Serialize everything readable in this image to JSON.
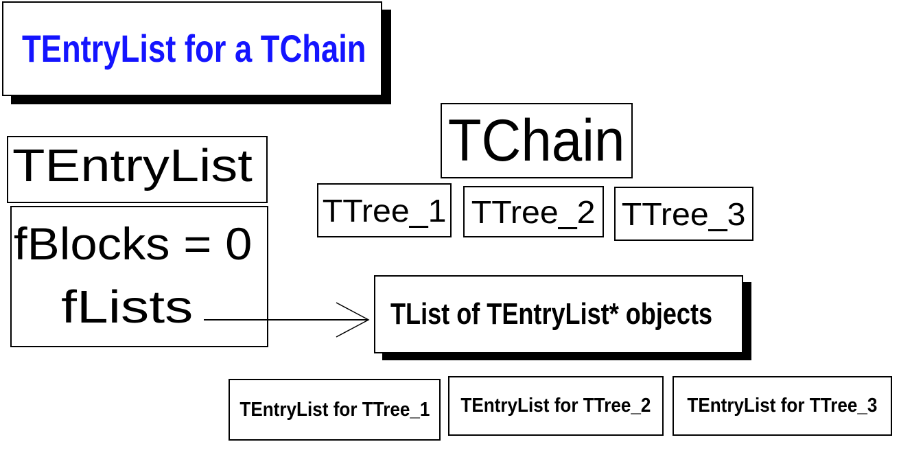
{
  "title": {
    "text": "TEntryList for a TChain"
  },
  "entrylist": {
    "class_name": "TEntryList",
    "field_blocks": "fBlocks = 0",
    "field_lists": "fLists"
  },
  "chain": {
    "name": "TChain",
    "trees": [
      "TTree_1",
      "TTree_2",
      "TTree_3"
    ]
  },
  "tlist": {
    "text": "TList of TEntryList* objects"
  },
  "entry_lists": [
    "TEntryList for TTree_1",
    "TEntryList for TTree_2",
    "TEntryList for TTree_3"
  ],
  "colors": {
    "title_blue": "#1414ff",
    "box_border": "#000000",
    "shadow": "#000000",
    "background": "#ffffff"
  }
}
